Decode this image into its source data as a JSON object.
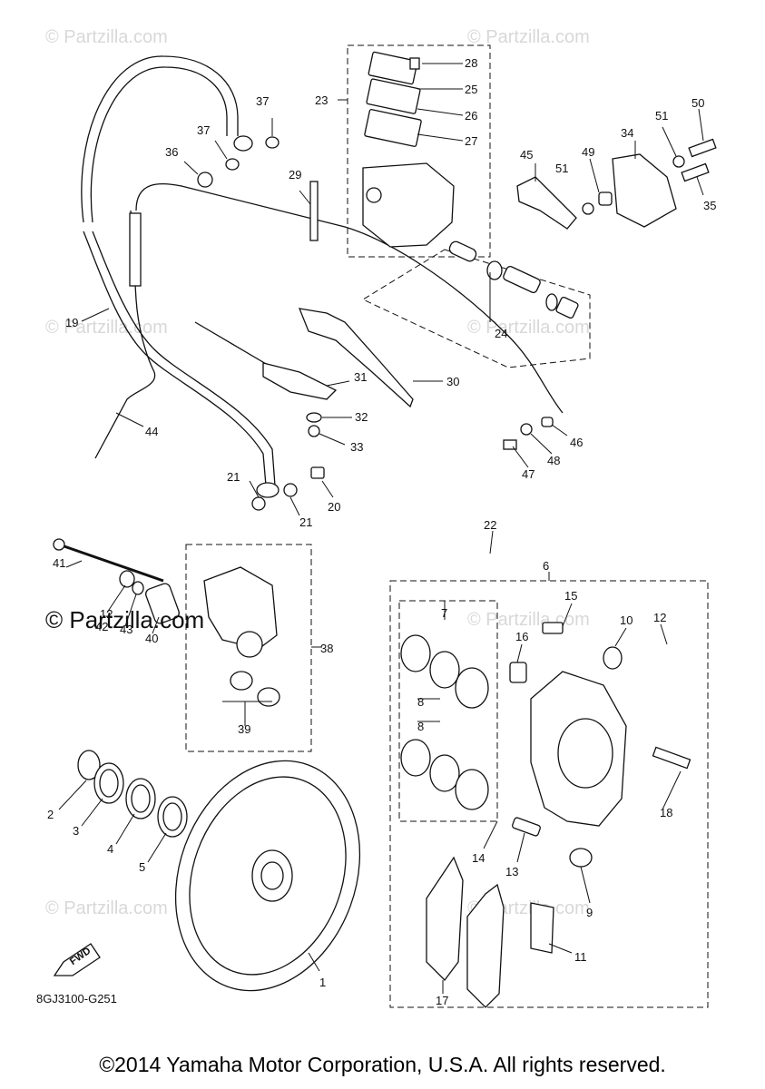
{
  "watermark_text": "© Partzilla.com",
  "brand_text": "© Partzilla.com",
  "diagram_code": "8GJ3100-G251",
  "fwd_label": "FWD",
  "footer": "©2014 Yamaha Motor Corporation, U.S.A. All rights reserved.",
  "callouts": [
    "1",
    "2",
    "3",
    "4",
    "5",
    "6",
    "7",
    "8",
    "8",
    "9",
    "10",
    "11",
    "12",
    "12",
    "13",
    "14",
    "15",
    "16",
    "17",
    "18",
    "19",
    "20",
    "21",
    "21",
    "22",
    "23",
    "24",
    "25",
    "26",
    "27",
    "28",
    "29",
    "30",
    "31",
    "32",
    "33",
    "34",
    "35",
    "36",
    "37",
    "37",
    "38",
    "39",
    "40",
    "41",
    "42",
    "43",
    "44",
    "45",
    "46",
    "47",
    "48",
    "49",
    "50",
    "51",
    "51"
  ]
}
